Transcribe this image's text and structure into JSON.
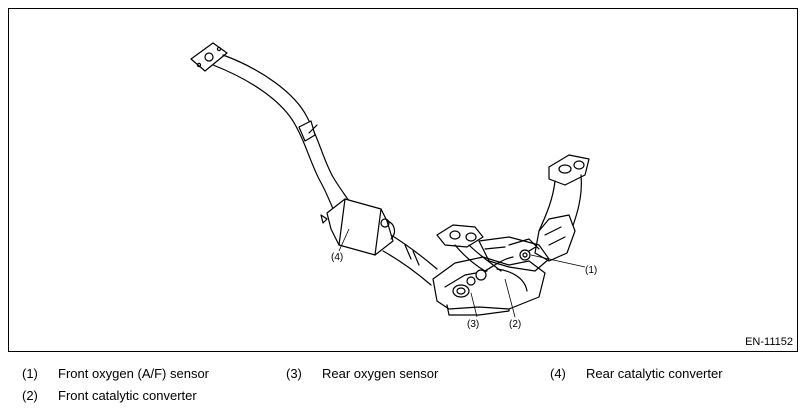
{
  "figure_code": "EN-11152",
  "callouts": {
    "c1": "(1)",
    "c2": "(2)",
    "c3": "(3)",
    "c4": "(4)"
  },
  "legend": [
    {
      "num": "(1)",
      "text": "Front oxygen (A/F) sensor"
    },
    {
      "num": "(2)",
      "text": "Front catalytic converter"
    },
    {
      "num": "(3)",
      "text": "Rear oxygen sensor"
    },
    {
      "num": "(4)",
      "text": "Rear catalytic converter"
    }
  ]
}
